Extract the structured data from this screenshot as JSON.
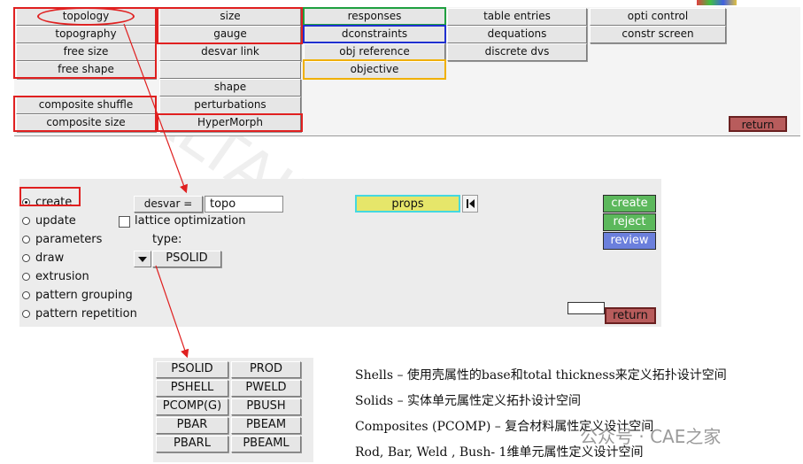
{
  "top_grid": {
    "col1": [
      "topology",
      "topography",
      "free size",
      "free shape",
      "composite shuffle",
      "composite size"
    ],
    "col2": [
      "size",
      "gauge",
      "desvar link",
      "shape",
      "perturbations",
      "HyperMorph"
    ],
    "col3": [
      "responses",
      "dconstraints",
      "obj reference",
      "objective"
    ],
    "col4": [
      "table entries",
      "dequations",
      "discrete dvs"
    ],
    "col5": [
      "opti control",
      "constr screen"
    ],
    "return_label": "return"
  },
  "create_panel": {
    "radios": [
      "create",
      "update",
      "parameters",
      "draw",
      "extrusion",
      "pattern grouping",
      "pattern repetition"
    ],
    "desvar_label": "desvar =",
    "desvar_value": "topo",
    "lattice_label": "lattice optimization",
    "type_label": "type:",
    "type_value": "PSOLID",
    "props_label": "props",
    "create_label": "create",
    "reject_label": "reject",
    "review_label": "review",
    "return_label": "return"
  },
  "type_options": [
    "PSOLID",
    "PROD",
    "PSHELL",
    "PWELD",
    "PCOMP(G)",
    "PBUSH",
    "PBAR",
    "PBEAM",
    "PBARL",
    "PBEAML"
  ],
  "notes": [
    "Shells – 使用壳属性的base和total thickness来定义拓扑设计空间",
    "Solids – 实体单元属性定义拓扑设计空间",
    "Composites (PCOMP) – 复合材料属性定义设计空间",
    "Rod, Bar, Weld , Bush- 1维单元属性定义设计空间"
  ],
  "watermark": "公众号 · CAE之家",
  "colors": {
    "green_btn": "#5cb85c",
    "blue_btn": "#6b7fdc",
    "return_btn": "#b85c5c",
    "props_btn": "#e6e66a",
    "props_border": "#45d8e0",
    "hl_red": "#e02020",
    "hl_green": "#20a040",
    "hl_blue": "#2030d0",
    "hl_yellow": "#f0b000"
  }
}
